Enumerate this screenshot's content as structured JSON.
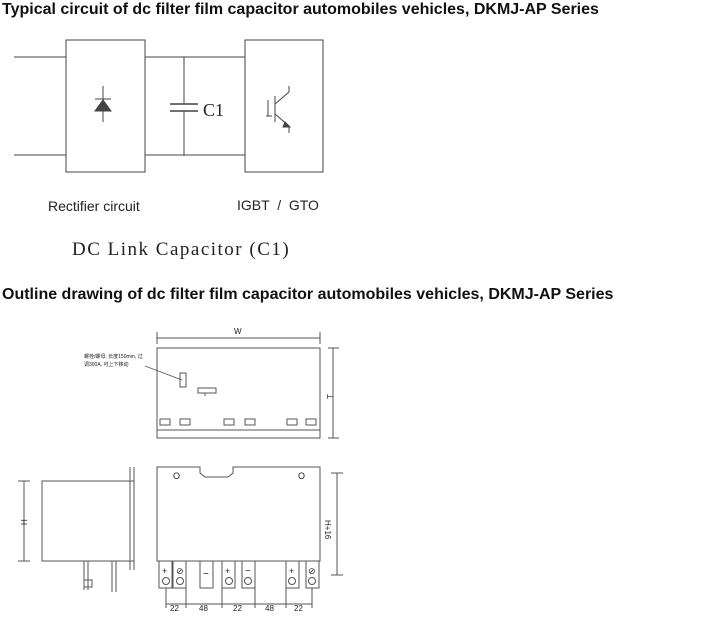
{
  "circuit": {
    "heading": "Typical circuit of dc filter film capacitor automobiles vehicles, DKMJ-AP Series",
    "capacitor_label": "C1",
    "rectifier_label": "Rectifier circuit",
    "igbt_label": "IGBT  /  GTO",
    "caption": "DC Link Capacitor (C1)"
  },
  "outline": {
    "heading": "Outline drawing of dc filter film capacitor automobiles vehicles, DKMJ-AP Series",
    "dim_w": "W",
    "dim_t": "T",
    "dim_h": "H",
    "dim_h16": "H+16",
    "note_line1": "螺栓/螺母, 长度150mm, 过",
    "note_line2": "调300A, 可上下移动",
    "terminal_marks": [
      "+",
      "⊘",
      "−",
      "+",
      "−",
      "+",
      "⊘"
    ],
    "terminal_circle": "O",
    "spacings": [
      "22",
      "48",
      "22",
      "48",
      "22"
    ]
  }
}
